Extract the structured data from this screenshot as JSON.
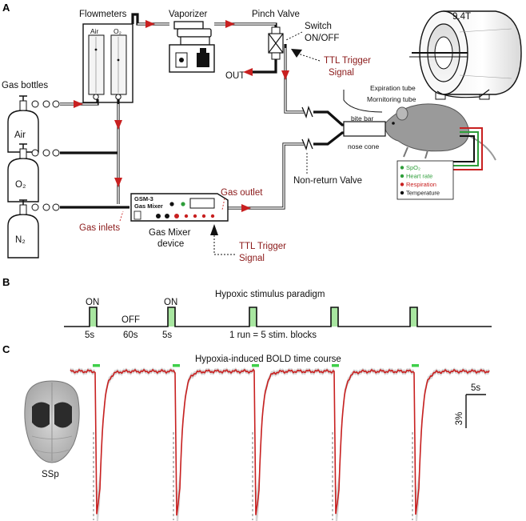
{
  "panels": {
    "a": "A",
    "b": "B",
    "c": "C"
  },
  "panel_a": {
    "flowmeters": "Flowmeters",
    "flowmeter_air": "Air",
    "flowmeter_o2": "O₂",
    "vaporizer": "Vaporizer",
    "pinch_valve": "Pinch Valve",
    "switch": "Switch",
    "on_off": "ON/OFF",
    "ttl_trigger": "TTL Trigger",
    "signal": "Signal",
    "out": "OUT",
    "magnet": "9.4T",
    "gas_bottles": "Gas bottles",
    "bottle_air": "Air",
    "bottle_o2": "O₂",
    "bottle_n2": "N₂",
    "expiration_tube": "Expiration tube",
    "monitoring_tube": "Mornitoring tube",
    "bite_bar": "bite bar",
    "nose_cone": "nose cone",
    "non_return_valve": "Non-return Valve",
    "monitor_items": [
      "SpO₂",
      "Heart rate",
      "Respiration",
      "Temperature"
    ],
    "monitor_colors": [
      "#2e9e3a",
      "#2e9e3a",
      "#c82020",
      "#111111"
    ],
    "gas_mixer_model": "GSM-3",
    "gas_mixer_name": "Gas Mixer",
    "gas_mixer_device_1": "Gas Mixer",
    "gas_mixer_device_2": "device",
    "gas_outlet": "Gas outlet",
    "gas_inlets": "Gas inlets",
    "ttl_trigger_2": "TTL Trigger",
    "signal_2": "Signal"
  },
  "panel_b": {
    "title": "Hypoxic stimulus paradigm",
    "on_1": "ON",
    "off": "OFF",
    "on_2": "ON",
    "dur_1": "5s",
    "dur_off": "60s",
    "dur_2": "5s",
    "run_note": "1 run = 5 stim. blocks",
    "stimulus_color": "#a8e6a0"
  },
  "panel_c": {
    "title": "Hypoxia-induced BOLD  time course",
    "time_scale": "5s",
    "amp_scale": "3%",
    "region": "SSp",
    "trace_color": "#c82020",
    "band_color": "#c8c8c8",
    "stim_color": "#3fcf4a"
  }
}
